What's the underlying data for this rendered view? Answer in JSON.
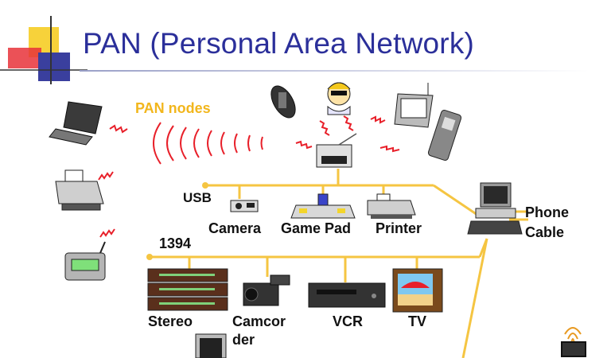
{
  "slide": {
    "title": "PAN (Personal Area Network)"
  },
  "labels": {
    "pan_nodes": "PAN nodes",
    "usb": "USB",
    "ieee1394": "1394",
    "camera": "Camera",
    "game_pad": "Game Pad",
    "printer": "Printer",
    "phone": "Phone",
    "cable": "Cable",
    "stereo": "Stereo",
    "camcorder_line1": "Camcor",
    "camcorder_line2": "der",
    "vcr": "VCR",
    "tv": "TV"
  },
  "colors": {
    "title": "#2b2f9a",
    "bus_line": "#f5c542",
    "wireless": "#e8202a",
    "pan_label": "#f2b61c",
    "logo_yellow": "#f7d23a",
    "logo_red": "#e8333a",
    "logo_blue": "#3a3f9e"
  },
  "icons": [
    "laptop-icon",
    "printer-icon",
    "pager-icon",
    "phone-handset-icon",
    "person-headset-icon",
    "pda-icon",
    "cellphone-icon",
    "hub-device-icon",
    "camera-icon",
    "game-pad-icon",
    "usb-printer-icon",
    "desktop-computer-icon",
    "stereo-icon",
    "camcorder-icon",
    "vcr-icon",
    "tv-icon",
    "monitor-icon",
    "fingerprint-icon"
  ]
}
